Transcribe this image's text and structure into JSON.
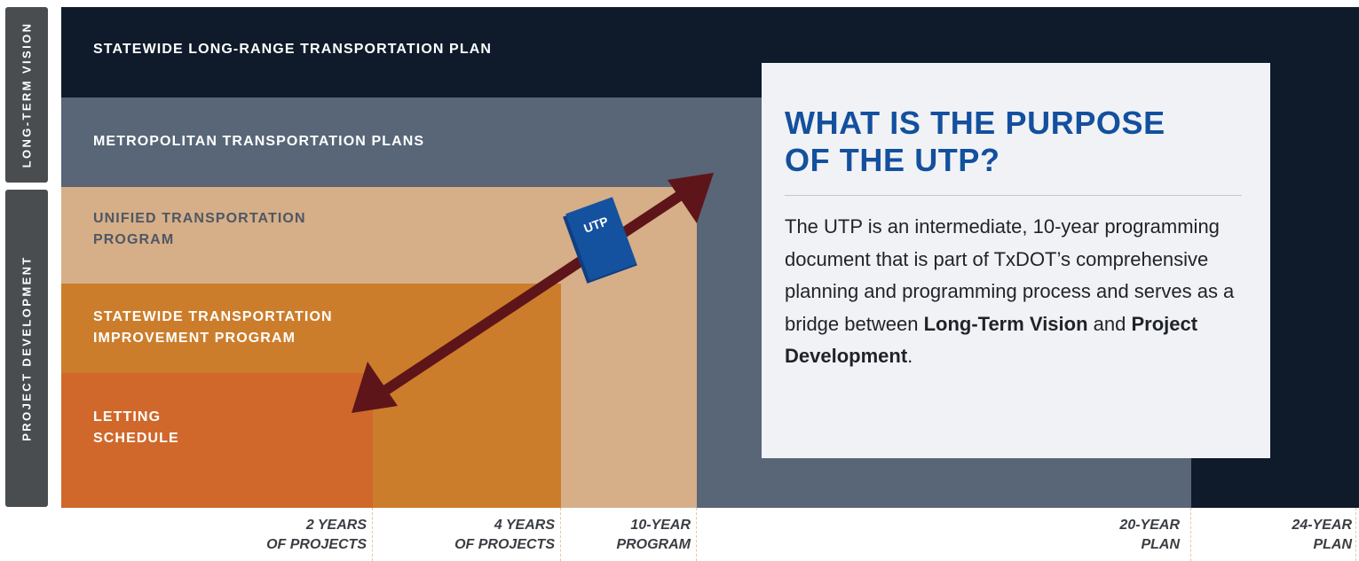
{
  "side_tabs": {
    "long_term_vision": "LONG-TERM VISION",
    "project_development": "PROJECT DEVELOPMENT"
  },
  "bands": {
    "statewide": "STATEWIDE LONG-RANGE TRANSPORTATION PLAN",
    "metro": "METROPOLITAN TRANSPORTATION PLANS",
    "utp_line1": "UNIFIED TRANSPORTATION",
    "utp_line2": "PROGRAM",
    "stip_line1": "STATEWIDE TRANSPORTATION",
    "stip_line2": "IMPROVEMENT PROGRAM",
    "letting_line1": "LETTING",
    "letting_line2": "SCHEDULE"
  },
  "book_label": "UTP",
  "card": {
    "title_line1": "WHAT IS THE PURPOSE",
    "title_line2": "OF THE UTP?",
    "body_prefix": "The UTP is an intermediate, 10-year programming document that is part of TxDOT’s comprehensive planning and programming process and serves as a bridge between ",
    "bold_1": "Long-Term Vision",
    "body_mid": " and ",
    "bold_2": "Project Development",
    "body_end": "."
  },
  "timeline": [
    {
      "line1": "2 YEARS",
      "line2": "OF PROJECTS"
    },
    {
      "line1": "4 YEARS",
      "line2": "OF PROJECTS"
    },
    {
      "line1": "10-YEAR",
      "line2": "PROGRAM"
    },
    {
      "line1": "20-YEAR",
      "line2": "PLAN"
    },
    {
      "line1": "24-YEAR",
      "line2": "PLAN"
    }
  ],
  "colors": {
    "statewide": "#0f1b2a",
    "metro": "#586677",
    "utp": "#d6ae88",
    "stip": "#cc7d2b",
    "letting": "#d0682b",
    "arrow": "#5e1519",
    "book": "#1452a0",
    "title": "#13509e"
  }
}
